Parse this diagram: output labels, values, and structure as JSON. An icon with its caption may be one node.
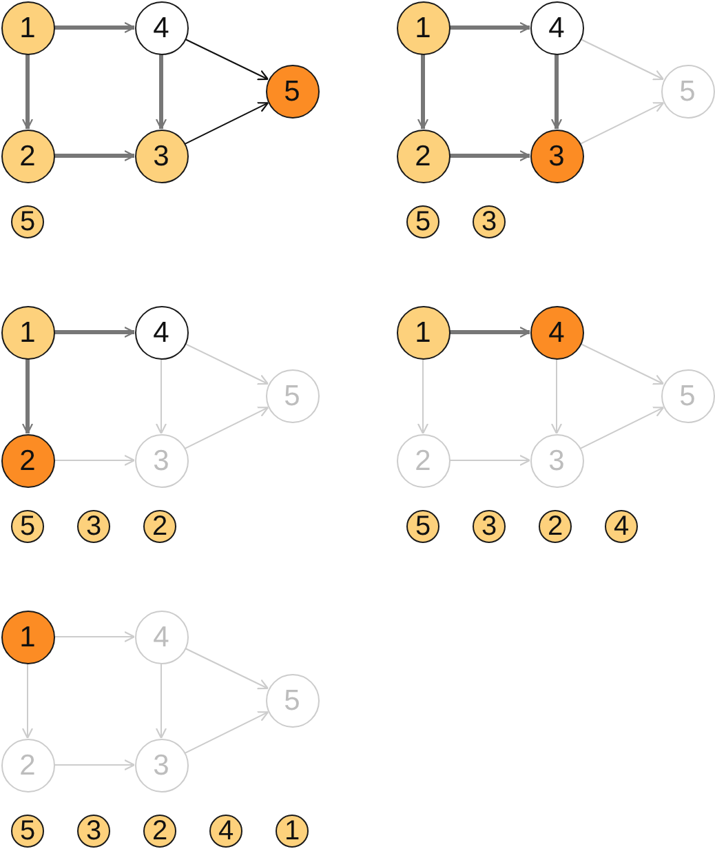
{
  "diagram": {
    "nodes": [
      {
        "text": [
          "1"
        ]
      },
      {
        "text": [
          "4"
        ]
      },
      {
        "text": [
          "5"
        ]
      },
      {
        "text": [
          "2"
        ]
      },
      {
        "text": [
          "3"
        ]
      },
      {
        "text": [
          "5"
        ]
      },
      {
        "text": [
          "1"
        ]
      },
      {
        "text": [
          "4"
        ]
      },
      {
        "text": [
          "5"
        ]
      },
      {
        "text": [
          "2"
        ]
      },
      {
        "text": [
          "3"
        ]
      },
      {
        "text": [
          "5"
        ]
      },
      {
        "text": [
          "3"
        ]
      },
      {
        "text": [
          "1"
        ]
      },
      {
        "text": [
          "4"
        ]
      },
      {
        "text": [
          "5"
        ]
      },
      {
        "text": [
          "2"
        ]
      },
      {
        "text": [
          "3"
        ]
      },
      {
        "text": [
          "5"
        ]
      },
      {
        "text": [
          "3"
        ]
      },
      {
        "text": [
          "2"
        ]
      },
      {
        "text": [
          "1"
        ]
      },
      {
        "text": [
          "4"
        ]
      },
      {
        "text": [
          "5"
        ]
      },
      {
        "text": [
          "2"
        ]
      },
      {
        "text": [
          "3"
        ]
      },
      {
        "text": [
          "5"
        ]
      },
      {
        "text": [
          "3"
        ]
      },
      {
        "text": [
          "2"
        ]
      },
      {
        "text": [
          "4"
        ]
      },
      {
        "text": [
          "1"
        ]
      },
      {
        "text": [
          "4"
        ]
      },
      {
        "text": [
          "5"
        ]
      },
      {
        "text": [
          "2"
        ]
      },
      {
        "text": [
          "3"
        ]
      },
      {
        "text": [
          "5"
        ]
      },
      {
        "text": [
          "3"
        ]
      },
      {
        "text": [
          "2"
        ]
      },
      {
        "text": [
          "4"
        ]
      },
      {
        "text": [
          "1"
        ]
      }
    ],
    "edges": [
      {
        "from": 0,
        "to": 1,
        "arrow": "to",
        "style": "thick",
        "color": "#777777"
      },
      {
        "from": 0,
        "to": 3,
        "arrow": "to",
        "style": "thick",
        "color": "#777777"
      },
      {
        "from": 1,
        "to": 4,
        "arrow": "to",
        "style": "thick",
        "color": "#777777"
      },
      {
        "from": 1,
        "to": 2,
        "arrow": "to",
        "color": "#111111"
      },
      {
        "from": 3,
        "to": 4,
        "arrow": "to",
        "style": "thick",
        "color": "#777777"
      },
      {
        "from": 4,
        "to": 2,
        "arrow": "to",
        "color": "#111111"
      },
      {
        "from": 6,
        "to": 7,
        "arrow": "to",
        "style": "thick",
        "color": "#777777"
      },
      {
        "from": 6,
        "to": 9,
        "arrow": "to",
        "style": "thick",
        "color": "#777777"
      },
      {
        "from": 7,
        "to": 10,
        "arrow": "to",
        "style": "thick",
        "color": "#777777"
      },
      {
        "from": 7,
        "to": 8,
        "arrow": "to"
      },
      {
        "from": 9,
        "to": 10,
        "arrow": "to",
        "style": "thick",
        "color": "#777777"
      },
      {
        "from": 10,
        "to": 8,
        "arrow": "to"
      },
      {
        "from": 13,
        "to": 14,
        "arrow": "to",
        "style": "thick",
        "color": "#777777"
      },
      {
        "from": 13,
        "to": 16,
        "arrow": "to",
        "style": "thick",
        "color": "#777777"
      },
      {
        "from": 14,
        "to": 17,
        "arrow": "to"
      },
      {
        "from": 14,
        "to": 15,
        "arrow": "to"
      },
      {
        "from": 16,
        "to": 17,
        "arrow": "to"
      },
      {
        "from": 17,
        "to": 15,
        "arrow": "to"
      },
      {
        "from": 21,
        "to": 22,
        "arrow": "to",
        "style": "thick",
        "color": "#777777"
      },
      {
        "from": 21,
        "to": 24,
        "arrow": "to"
      },
      {
        "from": 22,
        "to": 25,
        "arrow": "to"
      },
      {
        "from": 22,
        "to": 23,
        "arrow": "to"
      },
      {
        "from": 24,
        "to": 25,
        "arrow": "to"
      },
      {
        "from": 25,
        "to": 23,
        "arrow": "to"
      },
      {
        "from": 30,
        "to": 31,
        "arrow": "to"
      },
      {
        "from": 30,
        "to": 33,
        "arrow": "to"
      },
      {
        "from": 31,
        "to": 34,
        "arrow": "to"
      },
      {
        "from": 31,
        "to": 32,
        "arrow": "to"
      },
      {
        "from": 33,
        "to": 34,
        "arrow": "to"
      },
      {
        "from": 34,
        "to": 32,
        "arrow": "to"
      }
    ]
  }
}
